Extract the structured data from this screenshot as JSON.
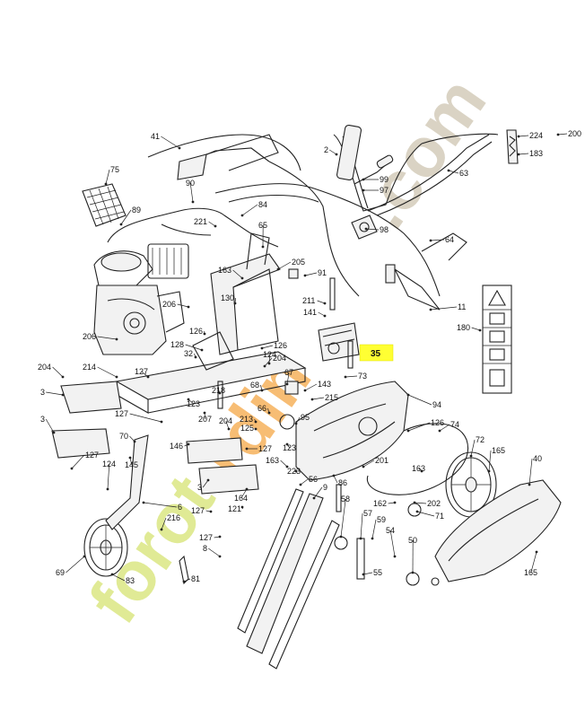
{
  "highlight": {
    "label": "35",
    "color": "#ffff33"
  },
  "watermark": {
    "part1": "forot",
    "part2": "rdin",
    "part3": ".com"
  },
  "callouts": [
    "2",
    "3",
    "3",
    "3",
    "6",
    "8",
    "9",
    "11",
    "32",
    "35",
    "40",
    "41",
    "50",
    "54",
    "55",
    "56",
    "57",
    "58",
    "59",
    "63",
    "64",
    "65",
    "66",
    "67",
    "68",
    "69",
    "70",
    "71",
    "72",
    "73",
    "74",
    "75",
    "81",
    "83",
    "84",
    "86",
    "89",
    "90",
    "91",
    "94",
    "95",
    "97",
    "98",
    "99",
    "121",
    "123",
    "123",
    "124",
    "124",
    "125",
    "126",
    "126",
    "126",
    "126",
    "127",
    "127",
    "127",
    "127",
    "127",
    "127",
    "128",
    "130",
    "141",
    "143",
    "145",
    "146",
    "162",
    "163",
    "163",
    "163",
    "164",
    "165",
    "165",
    "180",
    "183",
    "200",
    "201",
    "202",
    "204",
    "204",
    "204",
    "205",
    "206",
    "206",
    "207",
    "211",
    "213",
    "214",
    "215",
    "216",
    "218",
    "221",
    "223",
    "224"
  ],
  "colors": {
    "line": "#222222",
    "watermark_green": "#c8d940",
    "watermark_orange": "#f39a2a"
  }
}
